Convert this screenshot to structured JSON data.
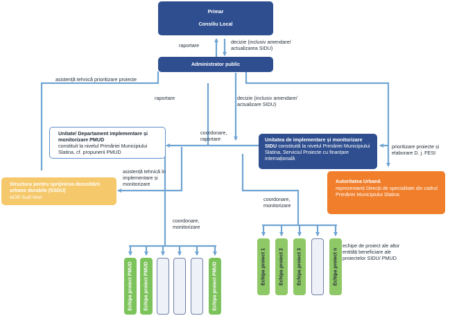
{
  "nodes": {
    "primar": {
      "line1": "Primar",
      "line2": "Consiliu Local"
    },
    "administrator": {
      "label": "Administrator public"
    },
    "pmud": {
      "title": "Unitate/ Departament implementare și monitorizare PMUD",
      "body": "constituit la nivelul Primăriei Municipiului Slatina, cf. propunerii PMUD"
    },
    "sidu": {
      "title": "Unitatea de implementare și monitorizare SIDU",
      "body": "constituită la nivelul Primăriei Municipiului Slatina, Serviciul Proiecte cu finanțare internațională"
    },
    "ssdu": {
      "title": "Structura pentru sprijinirea dezvoltării urbane durabile (SSDU)",
      "body": "ADR Sud-Vest"
    },
    "autoritatea": {
      "title": "Autoritatea Urbană",
      "body": "reprezentanți Direcții de specialitate din cadrul Primăriei Municipiului Slatina"
    }
  },
  "labels": {
    "raportare_top": "raportare",
    "decizie_top": "decizie (inclusiv amendare/ actualizarea SIDU)",
    "asistenta_prioritizare": "asistență tehnică prioritizare proiecte",
    "raportare_mid": "raportare",
    "decizie_mid": "decizie (inclusiv amendare/ actualizare SIDU)",
    "coord_raport": "coordonare, raportare",
    "prioritizare_fesi": "prioritizare proiecte și elaborare D. j. FESI",
    "asistenta_impl": "asistență tehnică în implementare și monitorizare",
    "coord_monit_left": "coordonare, monitorizare",
    "coord_monit_right": "coordonare, monitorizare",
    "echipe_note": "echipe de proiect ale altor entități beneficiare ale proiectelor SIDU/ PMUD"
  },
  "pmus_teams": [
    "Echipa proiect PMUD",
    "Echipa proiect PMUD",
    "",
    "",
    "",
    "Echipa proiect PMUD"
  ],
  "sidu_teams": [
    "Echipa proiect 1",
    "Echipa proiect 2",
    "Echipa proiect 3",
    "",
    "Echipa proiect n"
  ],
  "colors": {
    "navy": "#2e4e8f",
    "line": "#6fa3d2",
    "orange": "#f07e2a",
    "yellow": "#f5c96b",
    "green": "#7dc35b",
    "team_fill": "#eef1f7",
    "team_border": "#6d7fa6",
    "white_box_border": "#5b8fc7"
  }
}
